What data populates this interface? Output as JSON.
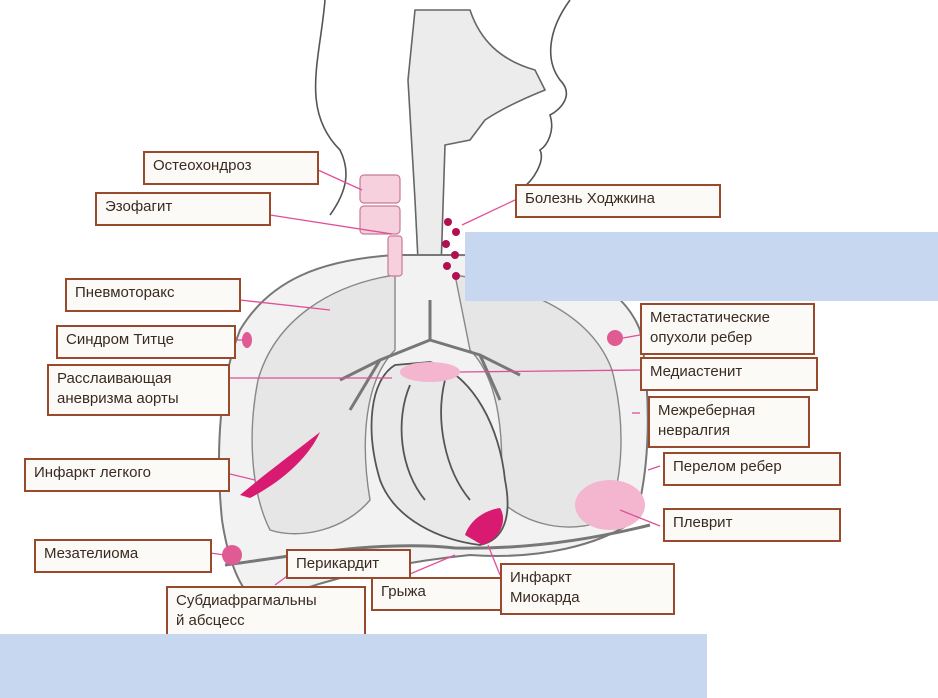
{
  "labels": {
    "osteochondrosis": "Остеохондроз",
    "esophagitis": "Эзофагит",
    "hodgkin": "Болезнь Ходжкина",
    "pneumothorax": "Пневмоторакс",
    "tietze": "Синдром Титце",
    "aortic_dissection": "Расслаивающая\nаневризма аорты",
    "rib_metastases": "Метастатические\nопухоли ребер",
    "mediastinitis": "Медиастенит",
    "intercostal_neuralgia": "Межреберная\nневралгия",
    "lung_infarction": "Инфаркт легкого",
    "rib_fracture": "Перелом ребер",
    "pleurisy": "Плеврит",
    "mesothelioma": "Мезателиома",
    "pericarditis": "Перикардит",
    "hernia": "Грыжа",
    "myocardial_infarction": "Инфаркт\nМиокарда",
    "subdiaphragmatic_abscess": "Субдиафрагмальны\nй абсцесс"
  },
  "colors": {
    "label_border": "#9a4a2c",
    "leader_line": "#e0509a",
    "lesion_fill": "#d81b70",
    "redaction": "#c6d7ef"
  }
}
